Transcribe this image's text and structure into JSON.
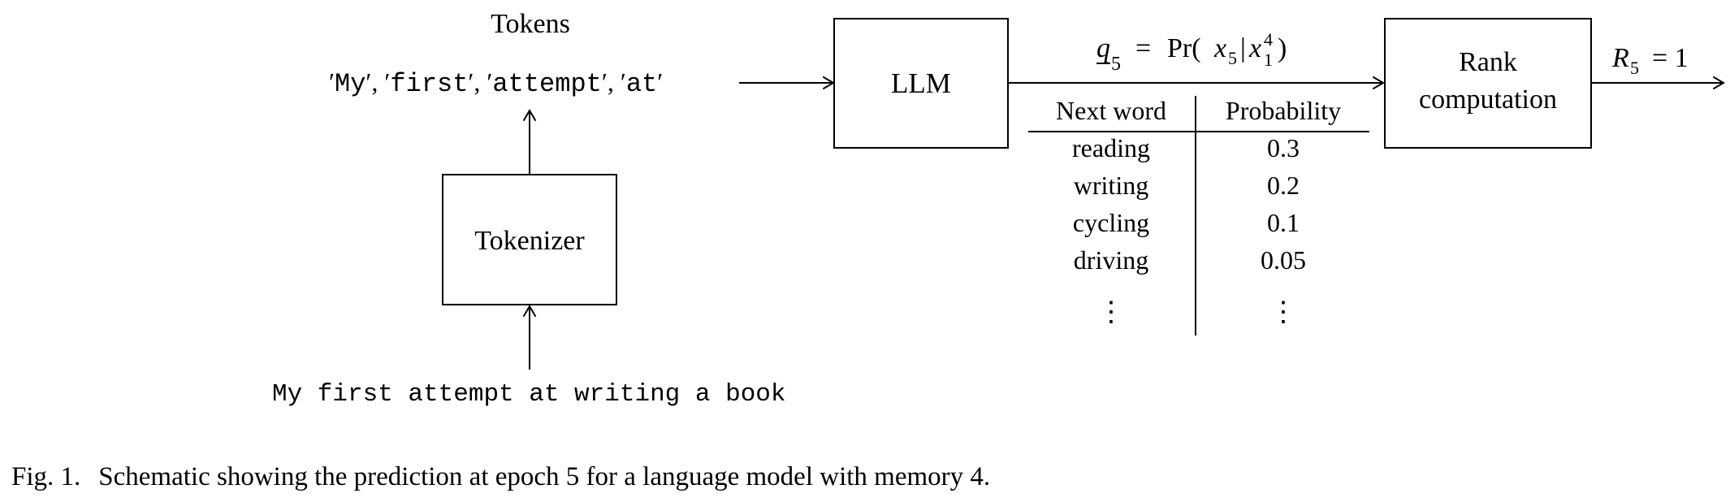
{
  "tokens_label": "Tokens",
  "tokens": [
    "My",
    "first",
    "attempt",
    "at"
  ],
  "tokenizer_label": "Tokenizer",
  "input_sentence": "My first attempt at writing a book",
  "llm_label": "LLM",
  "probability": {
    "q_symbol": "q",
    "q_subscript": "5",
    "equals": "=",
    "pr_fn": "Pr(",
    "var_x": "x",
    "var_sub": "5",
    "bar": "|",
    "cond_var": "x",
    "cond_sup": "4",
    "cond_sub": "1",
    "close": ")"
  },
  "table": {
    "headers": [
      "Next word",
      "Probability"
    ],
    "rows": [
      {
        "word": "reading",
        "prob": "0.3"
      },
      {
        "word": "writing",
        "prob": "0.2"
      },
      {
        "word": "cycling",
        "prob": "0.1"
      },
      {
        "word": "driving",
        "prob": "0.05"
      }
    ],
    "ellipsis": "⋮"
  },
  "rank_label_line1": "Rank",
  "rank_label_line2": "computation",
  "rank_output": {
    "symbol": "R",
    "subscript": "5",
    "equals": "= 1"
  },
  "caption": {
    "prefix": "Fig. 1.",
    "text": "Schematic showing the prediction at epoch 5 for a language model with memory 4."
  }
}
